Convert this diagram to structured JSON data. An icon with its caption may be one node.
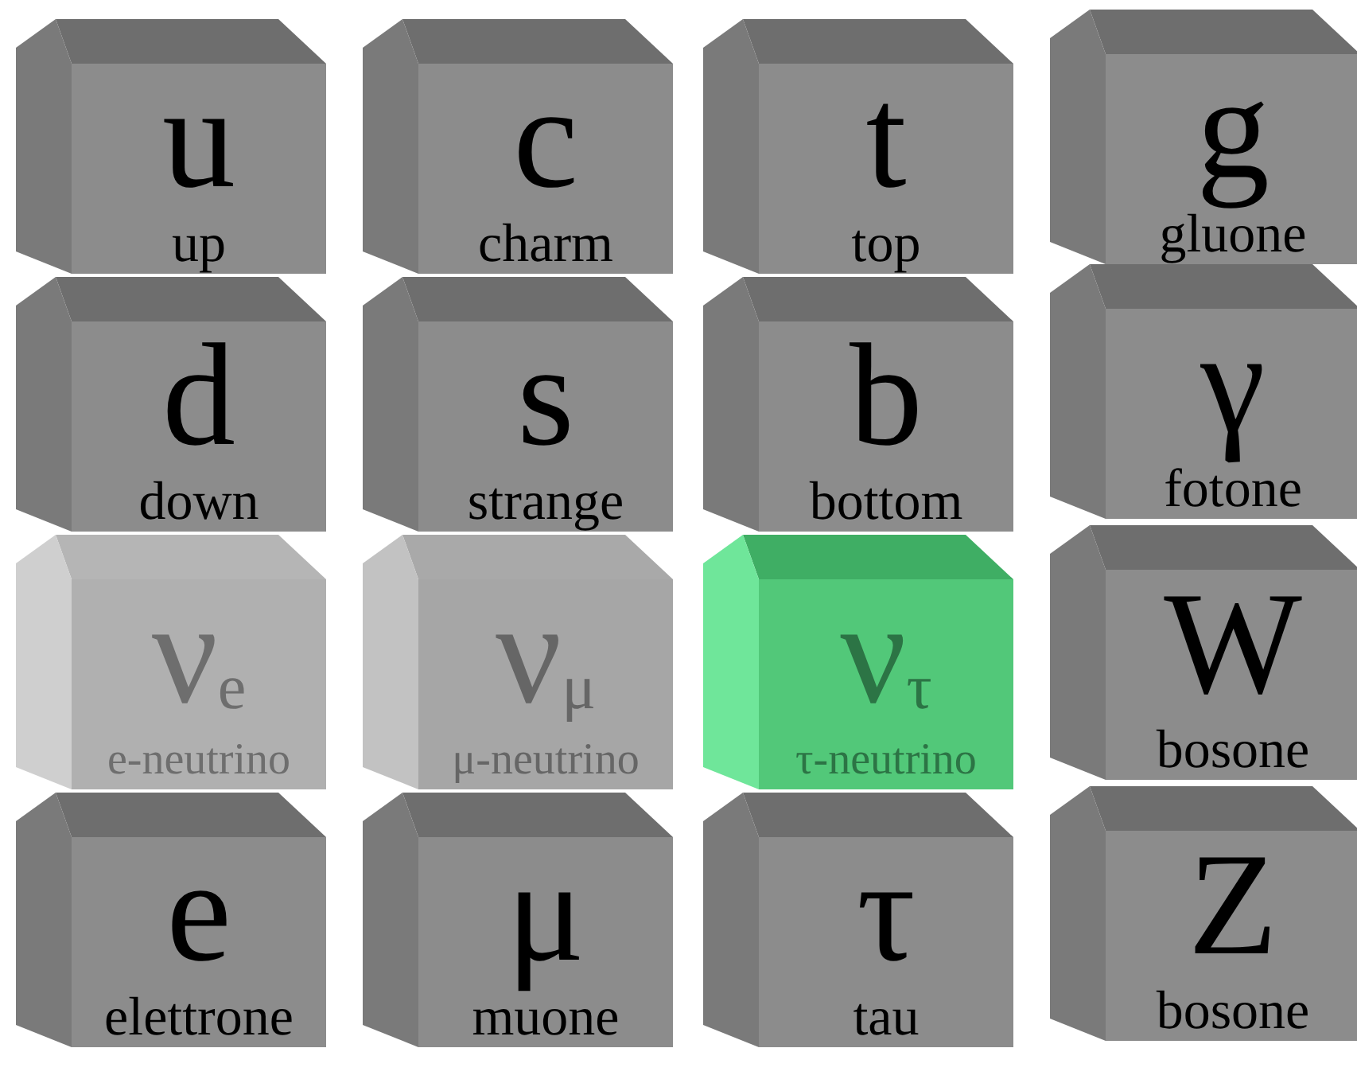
{
  "diagram": {
    "nodes": [
      {
        "text": [
          "u",
          "up"
        ]
      },
      {
        "text": [
          "c",
          "charm"
        ]
      },
      {
        "text": [
          "t",
          "top"
        ]
      },
      {
        "text": [
          "g",
          "gluone"
        ]
      },
      {
        "text": [
          "d",
          "down"
        ]
      },
      {
        "text": [
          "s",
          "strange"
        ]
      },
      {
        "text": [
          "b",
          "bottom"
        ]
      },
      {
        "text": [
          "γ",
          "fotone"
        ]
      },
      {
        "text": [
          "ν$_{e}$",
          "e-neutrino"
        ]
      },
      {
        "text": [
          "ν$_{μ}$",
          "μ-neutrino"
        ]
      },
      {
        "text": [
          "ν$_{τ}$",
          "τ-neutrino"
        ]
      },
      {
        "text": [
          "W",
          "bosone"
        ]
      },
      {
        "text": [
          "e",
          "elettrone"
        ]
      },
      {
        "text": [
          "μ",
          "muone"
        ]
      },
      {
        "text": [
          "τ",
          "tau"
        ]
      },
      {
        "text": [
          "Z",
          "bosone"
        ]
      }
    ]
  }
}
